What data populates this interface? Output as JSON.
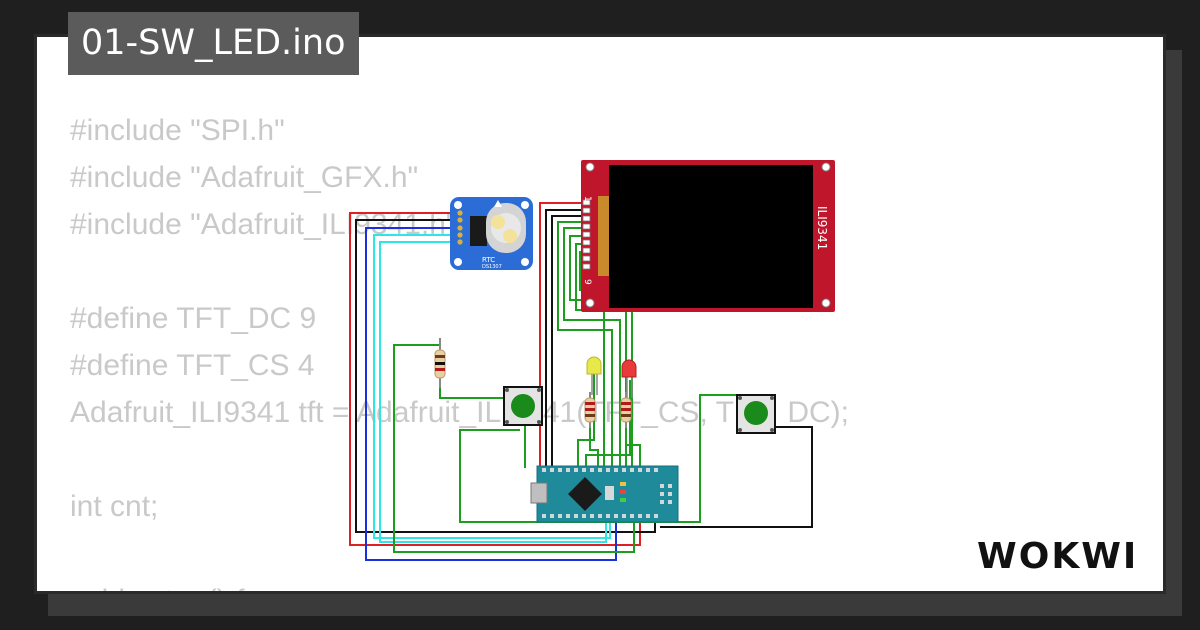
{
  "window": {
    "title": "01-SW_LED.ino"
  },
  "code": {
    "lines": [
      "#include \"SPI.h\"",
      "#include \"Adafruit_GFX.h\"",
      "#include \"Adafruit_ILI9341.h\"",
      "",
      "#define TFT_DC 9",
      "#define TFT_CS 4",
      "Adafruit_ILI9341 tft = Adafruit_ILI9341(TFT_CS, TFT_DC);",
      "",
      "int cnt;",
      "",
      "void setup() {"
    ]
  },
  "parts": {
    "display": {
      "label": "ILI9341",
      "pin_first": "1",
      "pin_last": "9"
    },
    "rtc": {
      "label": "RTC",
      "chip": "DS1307"
    }
  },
  "brand": {
    "name": "WOKWI"
  },
  "colors": {
    "background": "#1f1f1f",
    "card": "#ffffff",
    "title_tab": "#5b5b5b",
    "code_text": "#c9c9c9",
    "wire_red": "#e02020",
    "wire_black": "#111111",
    "wire_blue": "#1a2fe0",
    "wire_cyan": "#2ee6e6",
    "wire_green": "#1e9e1e",
    "display_board": "#c0162c",
    "rtc_board": "#2c6cd6",
    "nano_board": "#1e8a9a",
    "button": "#1a8a1a"
  }
}
